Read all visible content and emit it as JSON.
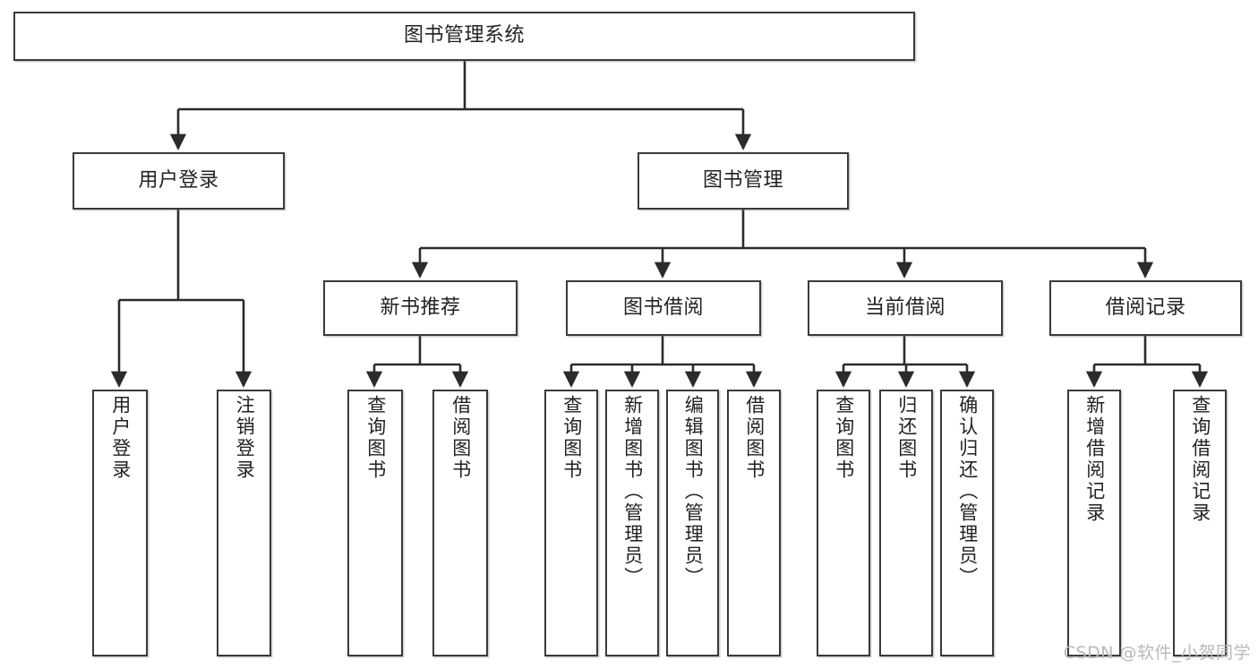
{
  "diagram": {
    "type": "tree",
    "title": "图书管理系统",
    "watermark": "CSDN @软件_小贺同学",
    "root": {
      "id": "root",
      "label": "图书管理系统"
    },
    "tier2": [
      {
        "id": "user-login",
        "label": "用户登录"
      },
      {
        "id": "book-manage",
        "label": "图书管理"
      }
    ],
    "tier3": [
      {
        "id": "new-book-rec",
        "label": "新书推荐"
      },
      {
        "id": "book-borrow",
        "label": "图书借阅"
      },
      {
        "id": "current-borrow",
        "label": "当前借阅"
      },
      {
        "id": "borrow-record",
        "label": "借阅记录"
      }
    ],
    "leaves": {
      "user-login": [
        {
          "id": "leaf-user-login",
          "label": "用户登录"
        },
        {
          "id": "leaf-logout",
          "label": "注销登录"
        }
      ],
      "new-book-rec": [
        {
          "id": "leaf-query-book-1",
          "label": "查询图书"
        },
        {
          "id": "leaf-borrow-book-1",
          "label": "借阅图书"
        }
      ],
      "book-borrow": [
        {
          "id": "leaf-query-book-2",
          "label": "查询图书"
        },
        {
          "id": "leaf-add-book",
          "label": "新增图书（管理员）"
        },
        {
          "id": "leaf-edit-book",
          "label": "编辑图书（管理员）"
        },
        {
          "id": "leaf-borrow-book-2",
          "label": "借阅图书"
        }
      ],
      "current-borrow": [
        {
          "id": "leaf-query-book-3",
          "label": "查询图书"
        },
        {
          "id": "leaf-return-book",
          "label": "归还图书"
        },
        {
          "id": "leaf-confirm-return",
          "label": "确认归还（管理员）"
        }
      ],
      "borrow-record": [
        {
          "id": "leaf-add-record",
          "label": "新增借阅记录"
        },
        {
          "id": "leaf-query-record",
          "label": "查询借阅记录"
        }
      ]
    },
    "colors": {
      "box_border": "#3a3a3a",
      "box_fill": "#ffffff",
      "edge": "#2b2b2b",
      "text": "#222222",
      "watermark": "#b9b9b9",
      "background": "#ffffff"
    }
  }
}
